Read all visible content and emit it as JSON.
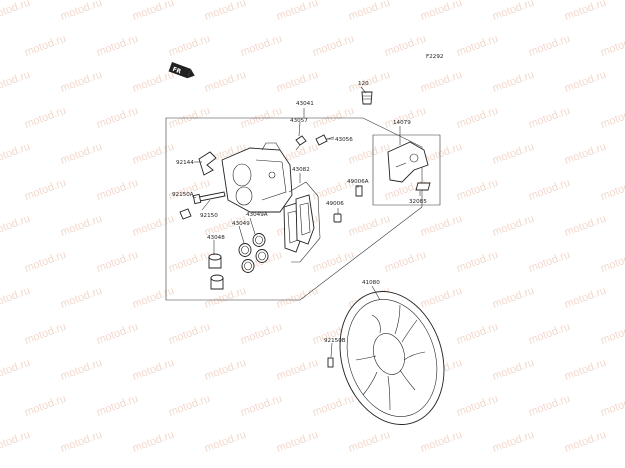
{
  "figure_code": "F2292",
  "watermark_text": "motod.ru",
  "colors": {
    "watermark": "#e7b9a4",
    "lines": "#222222",
    "background": "#ffffff"
  },
  "part_labels": {
    "p120": "120",
    "p14079": "14079",
    "p43041": "43041",
    "p43057": "43057",
    "p43056": "43056",
    "p92144": "92144",
    "p43082": "43082",
    "p49006A": "49006A",
    "p92150A": "92150A",
    "p92150": "92150",
    "p49006": "49006",
    "p43049A": "43049A",
    "p43049": "43049",
    "p43048": "43048",
    "p32085": "32085",
    "p41080": "41080",
    "p92150B": "92150B"
  }
}
